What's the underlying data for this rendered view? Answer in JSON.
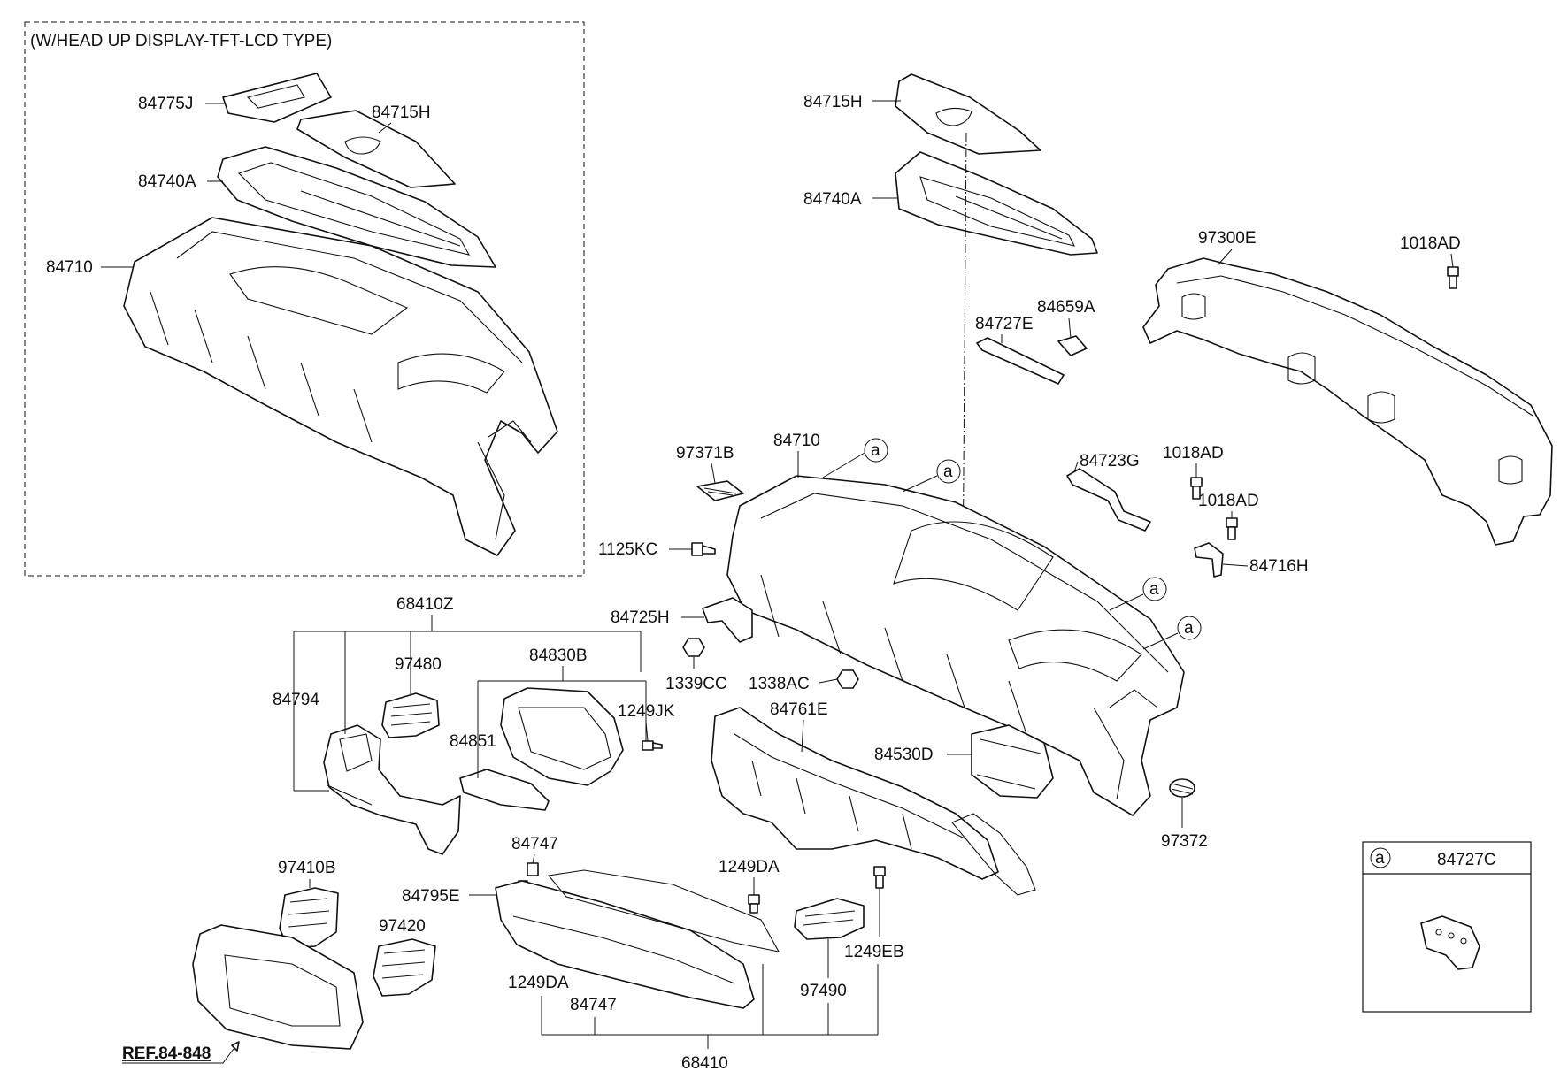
{
  "inset": {
    "title": "(W/HEAD UP DISPLAY-TFT-LCD TYPE)",
    "labels": [
      "84775J",
      "84715H",
      "84740A",
      "84710"
    ]
  },
  "main_labels": {
    "l84715H": "84715H",
    "l84740A": "84740A",
    "l97300E": "97300E",
    "l1018AD_a": "1018AD",
    "l84727E": "84727E",
    "l84659A": "84659A",
    "l97371B": "97371B",
    "l84710": "84710",
    "l84723G": "84723G",
    "l1018AD_b": "1018AD",
    "l1018AD_c": "1018AD",
    "l1125KC": "1125KC",
    "l84716H": "84716H",
    "l68410Z": "68410Z",
    "l84725H": "84725H",
    "l84830B": "84830B",
    "l97480": "97480",
    "l1339CC": "1339CC",
    "l1338AC": "1338AC",
    "l84794": "84794",
    "l1249JK": "1249JK",
    "l84851": "84851",
    "l84761E": "84761E",
    "l84530D": "84530D",
    "l97372": "97372",
    "l84747_a": "84747",
    "l1249DA_a": "1249DA",
    "l97410B": "97410B",
    "l84795E": "84795E",
    "l1249EB": "1249EB",
    "l97420": "97420",
    "l97490": "97490",
    "l1249DA_b": "1249DA",
    "l84747_b": "84747",
    "l68410": "68410",
    "ref": "REF.84-848"
  },
  "callouts": [
    "a",
    "a",
    "a",
    "a"
  ],
  "legend": {
    "marker": "a",
    "part": "84727C"
  }
}
